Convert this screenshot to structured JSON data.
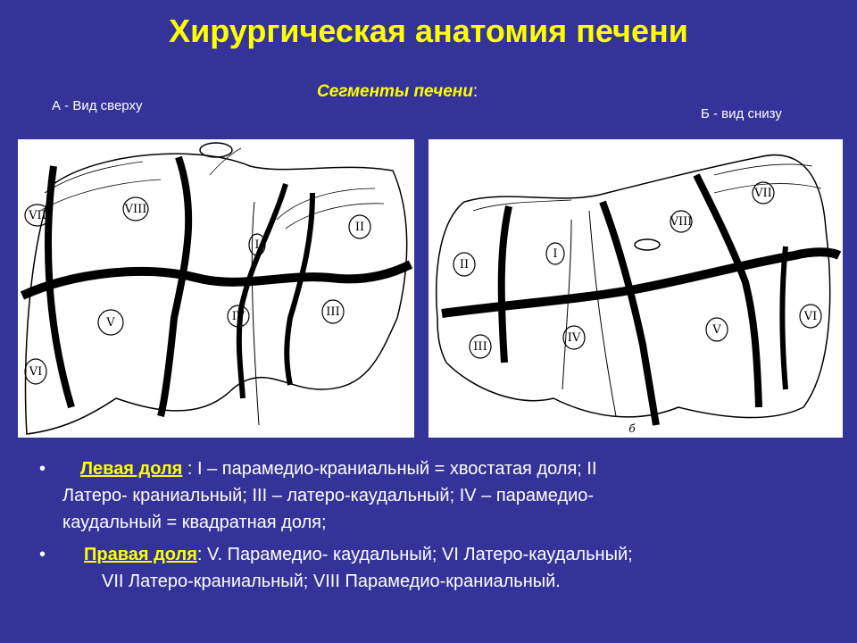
{
  "title": "Хирургическая анатомия печени",
  "subtitle": "Сегменты печени",
  "subtitle_colon": ":",
  "view_a_caption": "А - Вид сверху",
  "view_b_caption": "Б - вид снизу",
  "figure_b_mark": "б",
  "segments_a": [
    "VII",
    "VIII",
    "I",
    "II",
    "V",
    "IV",
    "III",
    "VI"
  ],
  "segments_b": [
    "VII",
    "VIII",
    "II",
    "I",
    "III",
    "IV",
    "V",
    "VI"
  ],
  "bullets": [
    {
      "term": "Левая доля",
      "text_line1": " : I – парамедио-краниальный = хвостатая доля;   II",
      "text_line2": "Латеро- краниальный; III  –  латеро-каудальный; IV – парамедио-",
      "text_line3": "каудальный = квадратная доля;"
    },
    {
      "term": "Правая доля",
      "text_line1": ": V. Парамедио- каудальный; VI Латеро-каудальный;",
      "text_line2": "VII  Латеро-краниальный; VIII  Парамедио-краниальный."
    }
  ]
}
